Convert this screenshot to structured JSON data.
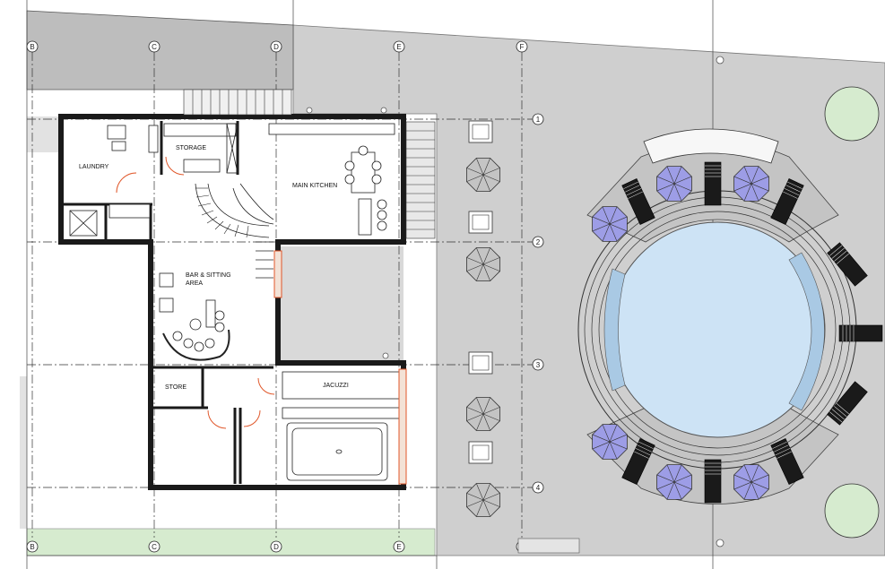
{
  "colors": {
    "wall": "#1a1a1a",
    "deck": "#cfcfcf",
    "lawn": "#d6ebcf",
    "pool": "#cde3f5",
    "pool_edge": "#a9c9e4",
    "umbrella": "#9d9de6",
    "door_swing": "#e0572a",
    "grid_line": "#333333",
    "paving": "#bdbdbd"
  },
  "grid": {
    "columns": [
      "B",
      "C",
      "D",
      "E",
      "F"
    ],
    "rows": [
      "1",
      "2",
      "3",
      "4"
    ]
  },
  "rooms": {
    "laundry": "LAUNDRY",
    "storage": "STORAGE",
    "main_kitchen": "MAIN KITCHEN",
    "bar_line1": "BAR & SITTING",
    "bar_line2": "AREA",
    "store": "STORE",
    "jacuzzi": "JACUZZI"
  },
  "icons": {
    "umbrella": "patio-umbrella-icon",
    "lounger": "sun-lounger-icon",
    "planter": "planter-box-icon",
    "tree": "tree-canopy-icon"
  }
}
